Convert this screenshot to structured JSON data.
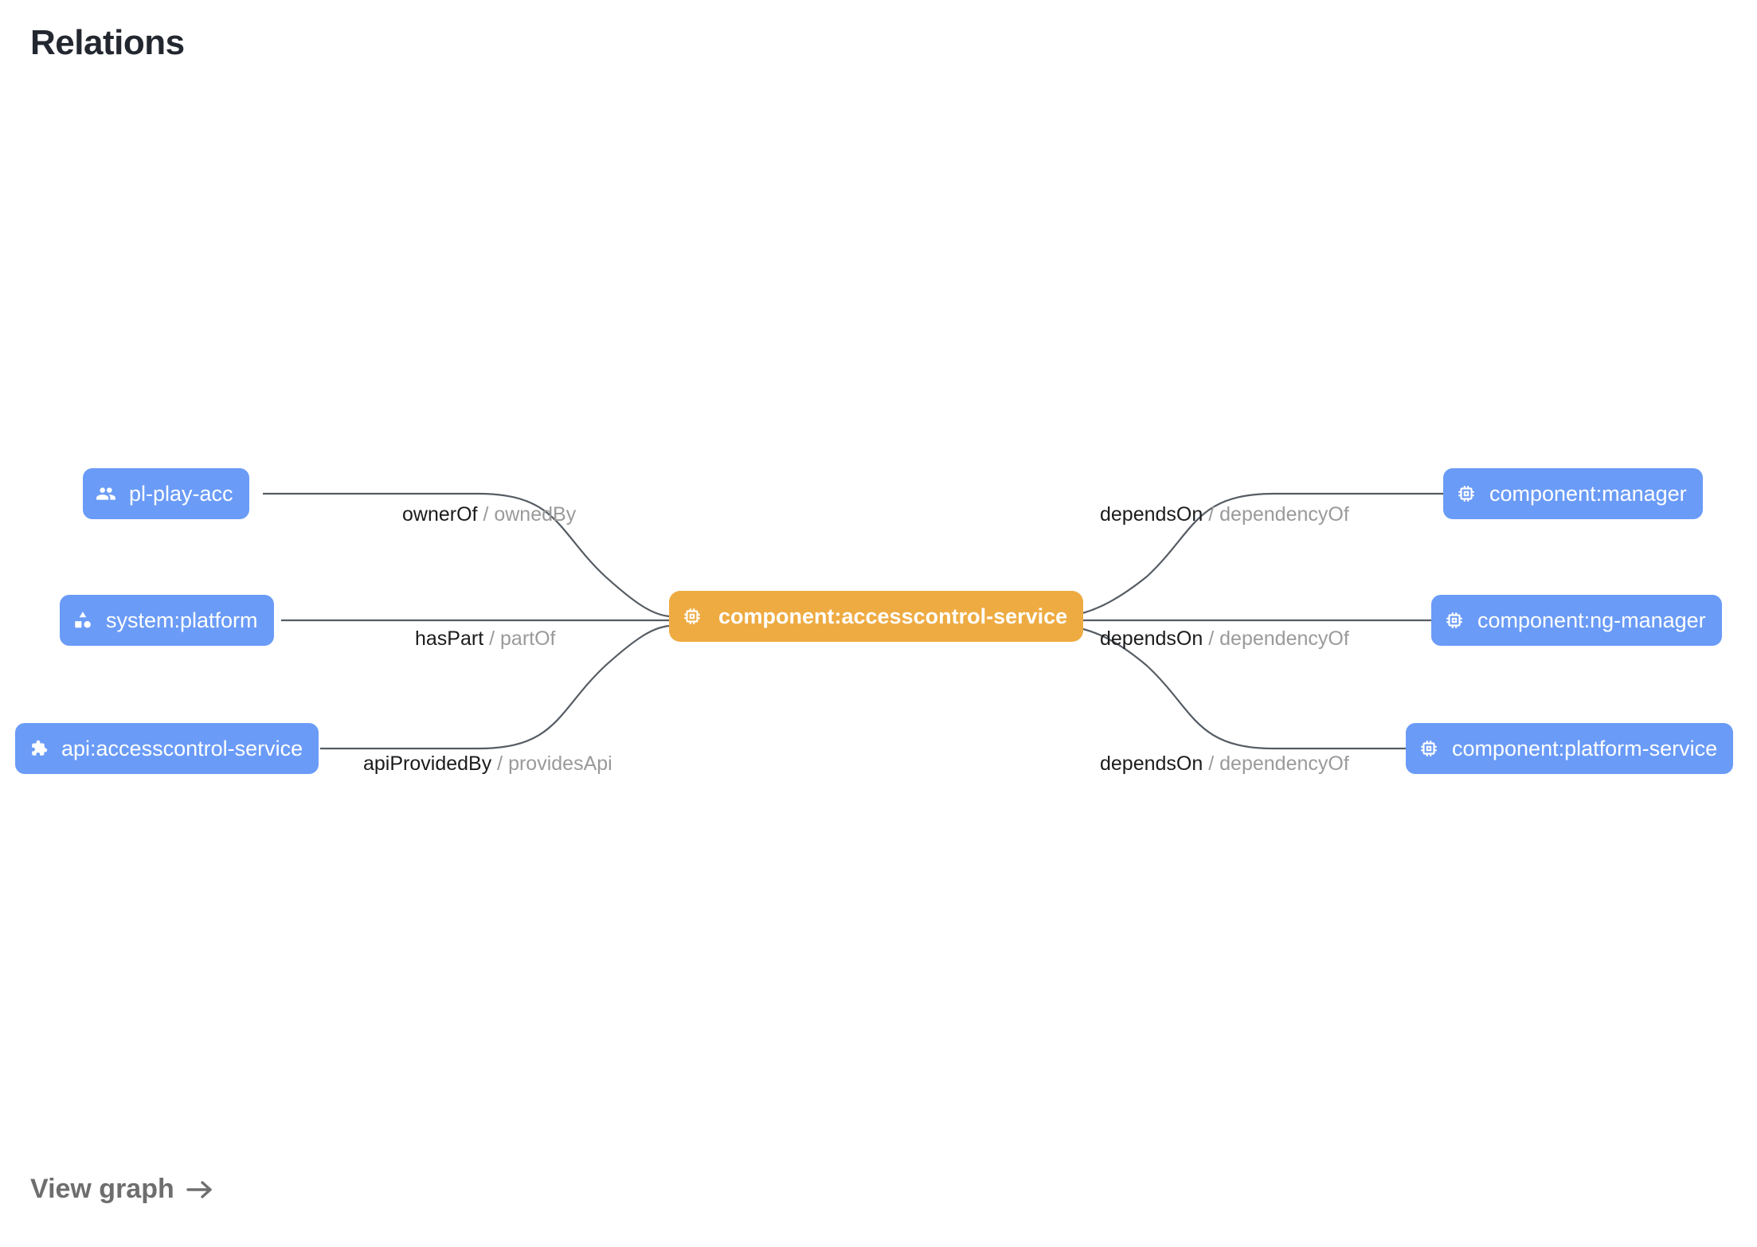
{
  "page": {
    "title": "Relations"
  },
  "colors": {
    "node_default": "#6A9BF7",
    "node_focus": "#EEAB42",
    "edge_stroke": "#555C63",
    "label_forward": "#1B1B1B",
    "label_reverse": "#9A9A9A",
    "title_text": "#23272F",
    "footer_link": "#6E6E6E"
  },
  "graph": {
    "center": {
      "id": "component:accesscontrol-service",
      "label": "component:accesscontrol-service",
      "icon": "memory-chip-icon",
      "kind": "component",
      "highlight": true
    },
    "left_nodes": [
      {
        "id": "pl-play-acc",
        "label": "pl-play-acc",
        "icon": "group-people-icon",
        "kind": "group"
      },
      {
        "id": "system:platform",
        "label": "system:platform",
        "icon": "category-shapes-icon",
        "kind": "system"
      },
      {
        "id": "api:accesscontrol-service",
        "label": "api:accesscontrol-service",
        "icon": "puzzle-piece-icon",
        "kind": "api"
      }
    ],
    "right_nodes": [
      {
        "id": "component:manager",
        "label": "component:manager",
        "icon": "memory-chip-icon",
        "kind": "component"
      },
      {
        "id": "component:ng-manager",
        "label": "component:ng-manager",
        "icon": "memory-chip-icon",
        "kind": "component"
      },
      {
        "id": "component:platform-service",
        "label": "component:platform-service",
        "icon": "memory-chip-icon",
        "kind": "component"
      }
    ],
    "edges": [
      {
        "source": "pl-play-acc",
        "target": "component:accesscontrol-service",
        "forward": "ownerOf",
        "separator": "/",
        "reverse": "ownedBy"
      },
      {
        "source": "system:platform",
        "target": "component:accesscontrol-service",
        "forward": "hasPart",
        "separator": "/",
        "reverse": "partOf"
      },
      {
        "source": "api:accesscontrol-service",
        "target": "component:accesscontrol-service",
        "forward": "apiProvidedBy",
        "separator": "/",
        "reverse": "providesApi"
      },
      {
        "source": "component:accesscontrol-service",
        "target": "component:manager",
        "forward": "dependsOn",
        "separator": "/",
        "reverse": "dependencyOf"
      },
      {
        "source": "component:accesscontrol-service",
        "target": "component:ng-manager",
        "forward": "dependsOn",
        "separator": "/",
        "reverse": "dependencyOf"
      },
      {
        "source": "component:accesscontrol-service",
        "target": "component:platform-service",
        "forward": "dependsOn",
        "separator": "/",
        "reverse": "dependencyOf"
      }
    ]
  },
  "footer": {
    "view_graph_label": "View graph",
    "arrow_icon": "arrow-right-icon"
  }
}
